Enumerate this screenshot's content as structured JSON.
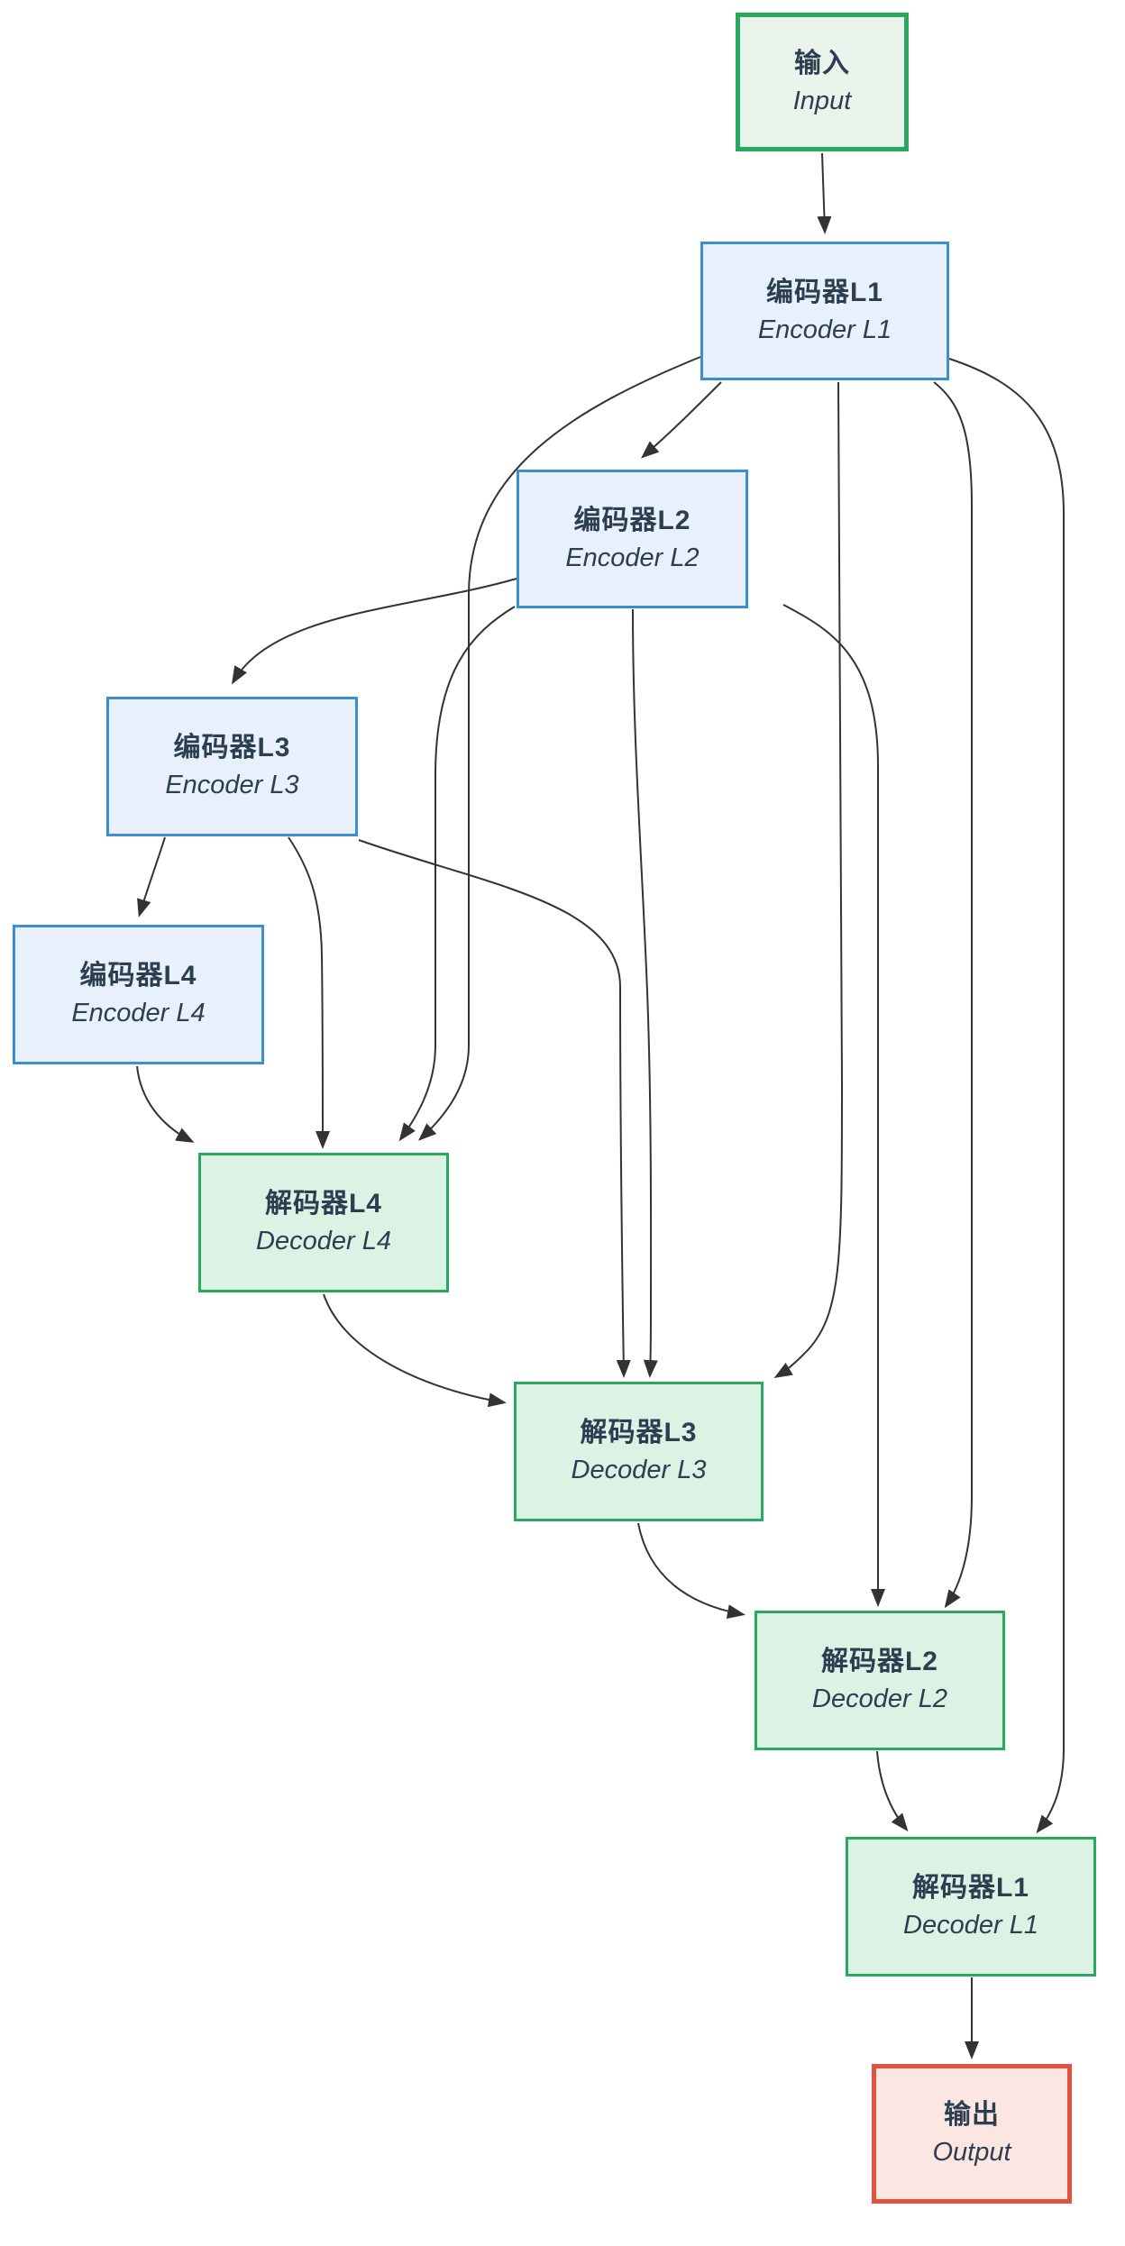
{
  "diagram": {
    "background": "#ffffff",
    "edge_color": "#333333",
    "text_color": "#2c3e50",
    "nodes": [
      {
        "id": "input",
        "label_zh": "输入",
        "label_en": "Input",
        "type": "input",
        "fill": "#eaf4ec",
        "stroke": "#2aa860",
        "stroke_width": 5
      },
      {
        "id": "enc1",
        "label_zh": "编码器L1",
        "label_en": "Encoder L1",
        "type": "encoder",
        "fill": "#e8f1fb",
        "stroke": "#3b8ed0",
        "stroke_width": 3
      },
      {
        "id": "enc2",
        "label_zh": "编码器L2",
        "label_en": "Encoder L2",
        "type": "encoder",
        "fill": "#e8f1fb",
        "stroke": "#3b8ed0",
        "stroke_width": 3
      },
      {
        "id": "enc3",
        "label_zh": "编码器L3",
        "label_en": "Encoder L3",
        "type": "encoder",
        "fill": "#e8f1fb",
        "stroke": "#3b8ed0",
        "stroke_width": 3
      },
      {
        "id": "enc4",
        "label_zh": "编码器L4",
        "label_en": "Encoder L4",
        "type": "encoder",
        "fill": "#e8f1fb",
        "stroke": "#3b8ed0",
        "stroke_width": 3
      },
      {
        "id": "dec4",
        "label_zh": "解码器L4",
        "label_en": "Decoder L4",
        "type": "decoder",
        "fill": "#daf3e4",
        "stroke": "#2aa860",
        "stroke_width": 3
      },
      {
        "id": "dec3",
        "label_zh": "解码器L3",
        "label_en": "Decoder L3",
        "type": "decoder",
        "fill": "#daf3e4",
        "stroke": "#2aa860",
        "stroke_width": 3
      },
      {
        "id": "dec2",
        "label_zh": "解码器L2",
        "label_en": "Decoder L2",
        "type": "decoder",
        "fill": "#daf3e4",
        "stroke": "#2aa860",
        "stroke_width": 3
      },
      {
        "id": "dec1",
        "label_zh": "解码器L1",
        "label_en": "Decoder L1",
        "type": "decoder",
        "fill": "#daf3e4",
        "stroke": "#2aa860",
        "stroke_width": 3
      },
      {
        "id": "output",
        "label_zh": "输出",
        "label_en": "Output",
        "type": "output",
        "fill": "#fbe6e2",
        "stroke": "#e15241",
        "stroke_width": 5
      }
    ],
    "edges": [
      {
        "from": "input",
        "to": "enc1"
      },
      {
        "from": "enc1",
        "to": "enc2"
      },
      {
        "from": "enc2",
        "to": "enc3"
      },
      {
        "from": "enc3",
        "to": "enc4"
      },
      {
        "from": "enc4",
        "to": "dec4"
      },
      {
        "from": "dec4",
        "to": "dec3"
      },
      {
        "from": "dec3",
        "to": "dec2"
      },
      {
        "from": "dec2",
        "to": "dec1"
      },
      {
        "from": "dec1",
        "to": "output"
      },
      {
        "from": "enc1",
        "to": "dec4"
      },
      {
        "from": "enc1",
        "to": "dec3"
      },
      {
        "from": "enc1",
        "to": "dec2"
      },
      {
        "from": "enc1",
        "to": "dec1"
      },
      {
        "from": "enc2",
        "to": "dec4"
      },
      {
        "from": "enc2",
        "to": "dec3"
      },
      {
        "from": "enc2",
        "to": "dec2"
      },
      {
        "from": "enc3",
        "to": "dec4"
      },
      {
        "from": "enc3",
        "to": "dec3"
      }
    ]
  }
}
